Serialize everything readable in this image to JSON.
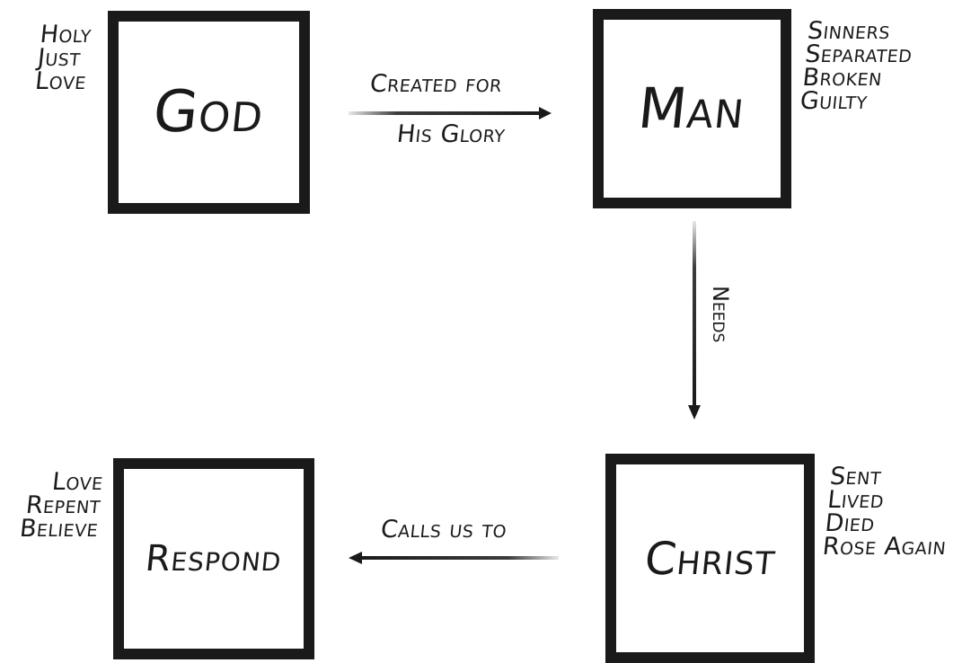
{
  "nodes": {
    "god": {
      "label": "God",
      "attributes": [
        "Holy",
        "Just",
        "Love"
      ]
    },
    "man": {
      "label": "Man",
      "attributes": [
        "Sinners",
        "Separated",
        "Broken",
        "Guilty"
      ]
    },
    "christ": {
      "label": "Christ",
      "attributes": [
        "Sent",
        "Lived",
        "Died",
        "Rose Again"
      ]
    },
    "respond": {
      "label": "Respond",
      "attributes": [
        "Love",
        "Repent",
        "Believe"
      ]
    }
  },
  "edges": {
    "god_to_man": {
      "line1": "Created for",
      "line2": "His Glory"
    },
    "man_to_christ": {
      "label": "Needs"
    },
    "christ_to_respond": {
      "label": "Calls us to"
    }
  },
  "colors": {
    "ink": "#1a1a1a",
    "background": "#ffffff"
  }
}
